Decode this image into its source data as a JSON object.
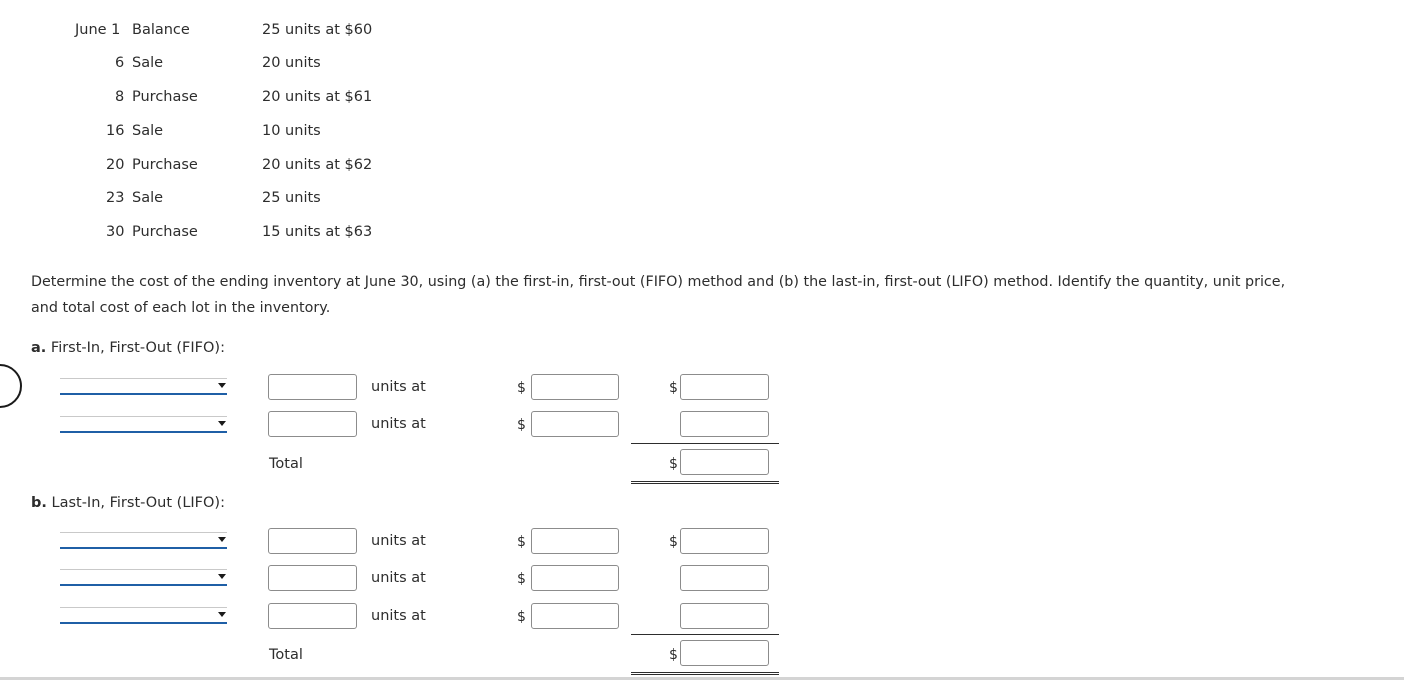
{
  "transactions": [
    {
      "date": "June 1",
      "type": "Balance",
      "detail": "25 units at $60"
    },
    {
      "date": "6",
      "type": "Sale",
      "detail": "20 units"
    },
    {
      "date": "8",
      "type": "Purchase",
      "detail": "20 units at $61"
    },
    {
      "date": "16",
      "type": "Sale",
      "detail": "10 units"
    },
    {
      "date": "20",
      "type": "Purchase",
      "detail": "20 units at $62"
    },
    {
      "date": "23",
      "type": "Sale",
      "detail": "25 units"
    },
    {
      "date": "30",
      "type": "Purchase",
      "detail": "15 units at $63"
    }
  ],
  "instructions": [
    "Determine the cost of the ending inventory at June 30, using (a) the first-in, first-out (FIFO) method and (b) the last-in, first-out (LIFO) method. Identify the quantity, unit price,",
    "and total cost of each lot in the inventory."
  ],
  "part_a": {
    "letter": "a.",
    "title": "First-In, First-Out (FIFO):"
  },
  "part_b": {
    "letter": "b.",
    "title": "Last-In, First-Out (LIFO):"
  },
  "labels": {
    "units_at": "units at",
    "total": "Total",
    "dollar": "$"
  }
}
